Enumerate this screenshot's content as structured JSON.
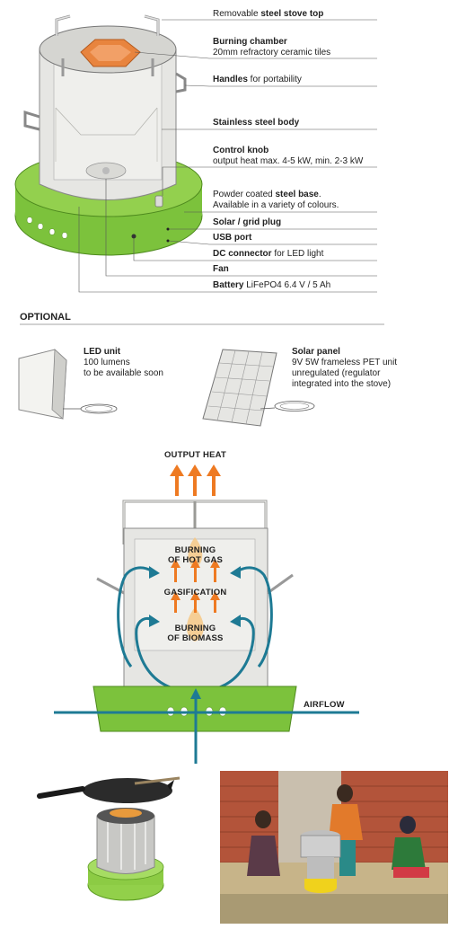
{
  "callouts": {
    "stove_top": {
      "pre": "Removable ",
      "bold": "steel stove top",
      "post": ""
    },
    "chamber_title": "Burning chamber",
    "chamber_sub": "20mm refractory ceramic tiles",
    "handles_bold": "Handles",
    "handles_rest": " for portability",
    "body_bold": "Stainless steel body",
    "knob_title": "Control knob",
    "knob_sub": "output heat max. 4-5 kW, min. 2-3 kW",
    "base_pre": "Powder coated ",
    "base_bold": "steel base",
    "base_post": ".",
    "base_sub": "Available in a variety of colours.",
    "solar_plug": "Solar / grid plug",
    "usb": "USB port",
    "dc_bold": "DC connector",
    "dc_rest": " for LED light",
    "fan": "Fan",
    "battery_bold": "Battery",
    "battery_rest": " LiFePO4 6.4 V / 5 Ah"
  },
  "optional": {
    "heading": "OPTIONAL",
    "led_title": "LED unit",
    "led_line1": "100 lumens",
    "led_line2": "to be available soon",
    "solar_title": "Solar panel",
    "solar_line1": "9V 5W frameless PET unit",
    "solar_line2": "unregulated (regulator",
    "solar_line3": "integrated into the stove)"
  },
  "flow": {
    "output_heat": "OUTPUT HEAT",
    "burning_gas_1": "BURNING",
    "burning_gas_2": "OF HOT GAS",
    "gasification": "GASIFICATION",
    "burning_bio_1": "BURNING",
    "burning_bio_2": "OF BIOMASS",
    "airflow": "AIRFLOW"
  },
  "colors": {
    "green": "#7cc23c",
    "dark_green": "#4e8a1e",
    "teal": "#1e7a94",
    "orange": "#ee7a22",
    "steel": "#d9d9d6"
  }
}
